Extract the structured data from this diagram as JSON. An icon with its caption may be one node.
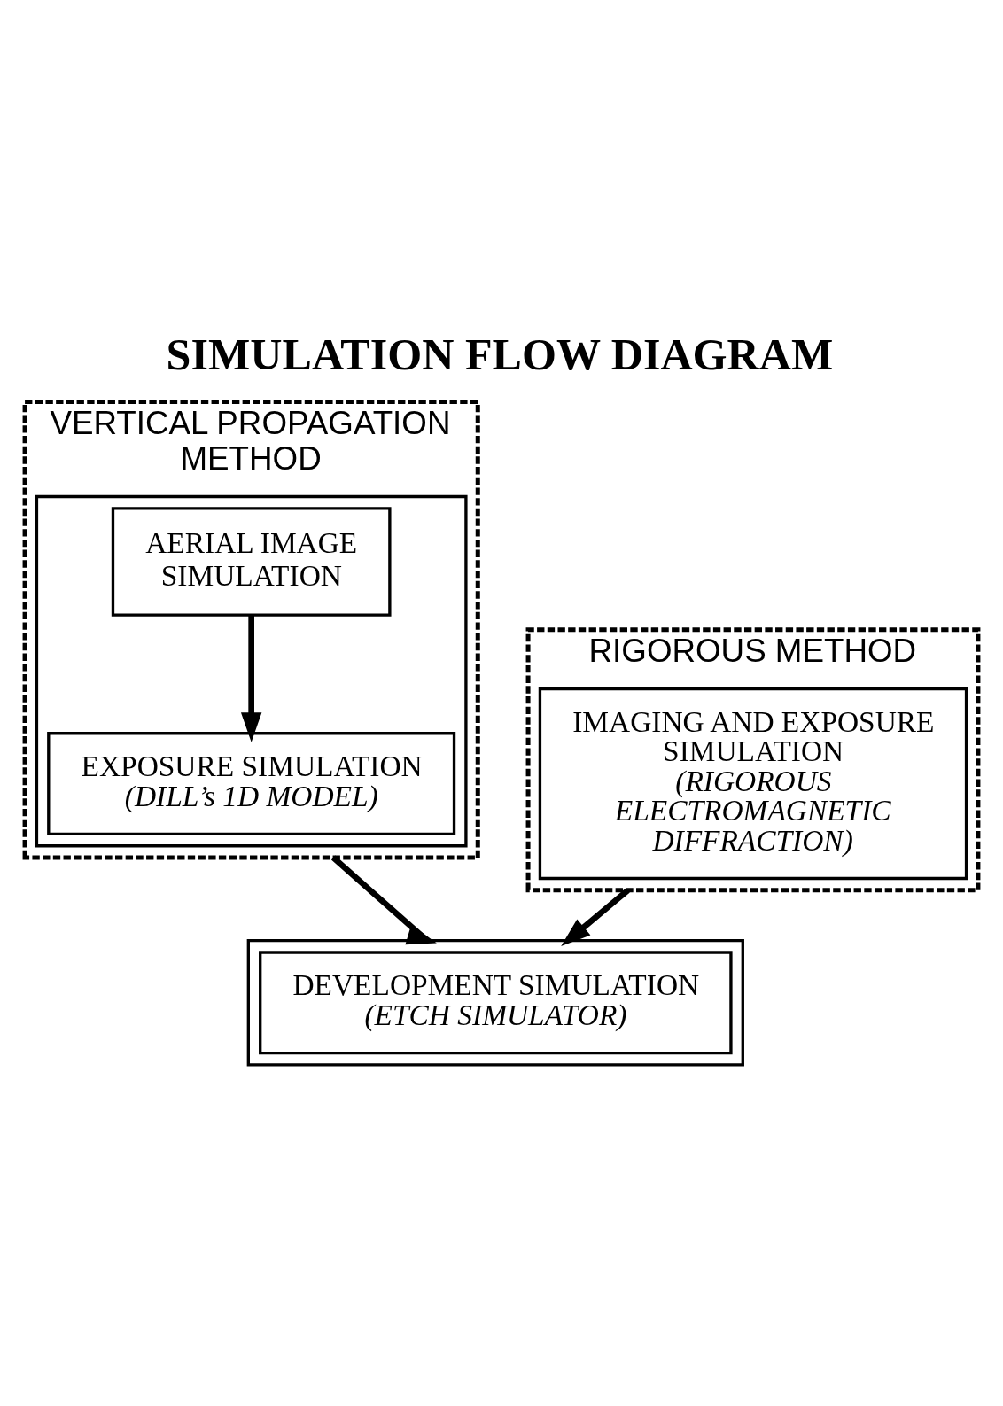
{
  "diagram": {
    "title": "SIMULATION FLOW DIAGRAM",
    "nodes": [
      {
        "text": [
          "VERTICAL PROPAGATION METHOD"
        ]
      },
      {
        "text": [],
        "shape": "box",
        "in": 0
      },
      {
        "text": [
          "AERIAL IMAGE SIMULATION"
        ],
        "in": 1
      },
      {
        "text": [
          "EXPOSURE SIMULATION",
          "(DILL’s 1D MODEL)"
        ],
        "in": 1
      },
      {
        "text": [
          "RIGOROUS METHOD"
        ]
      },
      {
        "text": [
          "IMAGING AND EXPOSURE SIMULATION",
          "(RIGOROUS ELECTROMAGNETIC DIFFRACTION)"
        ],
        "in": 4
      },
      {
        "text": [],
        "shape": "box"
      },
      {
        "text": [
          "DEVELOPMENT SIMULATION",
          "(ETCH SIMULATOR)"
        ],
        "in": 6
      }
    ],
    "edges": [
      {
        "from": 2,
        "to": 3,
        "arrow": "to"
      },
      {
        "from": 0,
        "to": 6,
        "arrow": "to"
      },
      {
        "from": 4,
        "to": 6,
        "arrow": "to"
      }
    ]
  }
}
